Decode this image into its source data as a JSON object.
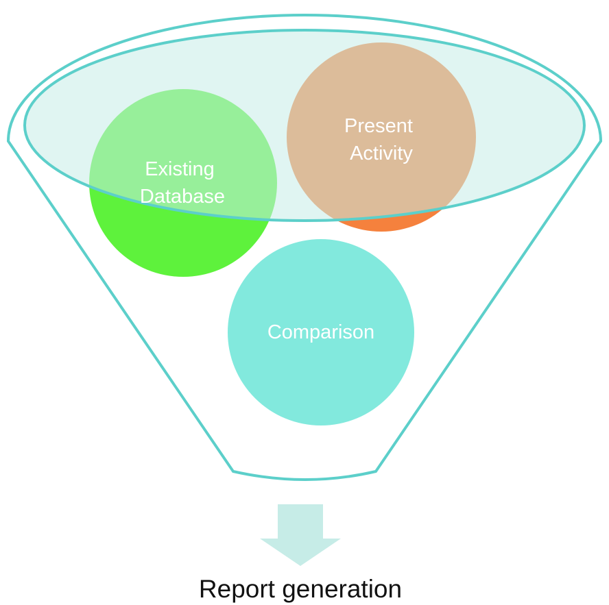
{
  "diagram": {
    "inputs": [
      {
        "label_lines": [
          "Existing",
          "Database"
        ],
        "color": "#5ef23c"
      },
      {
        "label_lines": [
          "Present",
          "Activity"
        ],
        "color": "#f5813d"
      }
    ],
    "process": {
      "label": "Comparison",
      "color": "#82e9dd"
    },
    "output": {
      "label": "Report generation"
    },
    "funnel_color": "#5ccfca",
    "arrow_color": "#c6ece7"
  }
}
